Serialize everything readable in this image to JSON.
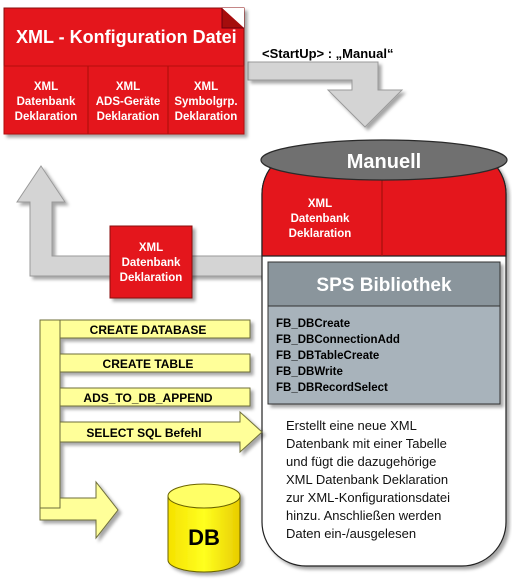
{
  "xml_config": {
    "title": "XML - Konfiguration Datei",
    "cells": [
      [
        "XML",
        "Datenbank",
        "Deklaration"
      ],
      [
        "XML",
        "ADS-Geräte",
        "Deklaration"
      ],
      [
        "XML",
        "Symbolgrp.",
        "Deklaration"
      ]
    ]
  },
  "startup_label": "<StartUp> : „Manual“",
  "manuell": {
    "title": "Manuell",
    "red_cell": [
      "XML",
      "Datenbank",
      "Deklaration"
    ]
  },
  "return_box": [
    "XML",
    "Datenbank",
    "Deklaration"
  ],
  "sps": {
    "title": "SPS Bibliothek",
    "blocks": [
      "FB_DBCreate",
      "FB_DBConnectionAdd",
      "FB_DBTableCreate",
      "FB_DBWrite",
      "FB_DBRecordSelect"
    ]
  },
  "description": [
    "Erstellt eine neue XML",
    "Datenbank mit einer Tabelle",
    "und fügt die dazugehörige",
    "XML Datenbank Deklaration",
    "zur XML-Konfigurationsdatei",
    "hinzu. Anschließen werden",
    "Daten ein-/ausgelesen"
  ],
  "steps": [
    "CREATE DATABASE",
    "CREATE TABLE",
    "ADS_TO_DB_APPEND",
    "SELECT SQL Befehl"
  ],
  "db_label": "DB",
  "colors": {
    "red": "#e4161b",
    "red_dark": "#a50a0e",
    "gray_arrow": "#d4d4d4",
    "sps_header": "#8a959c",
    "sps_body": "#a8b3bb",
    "yellow": "#ffff99",
    "db": "#ffff00"
  }
}
